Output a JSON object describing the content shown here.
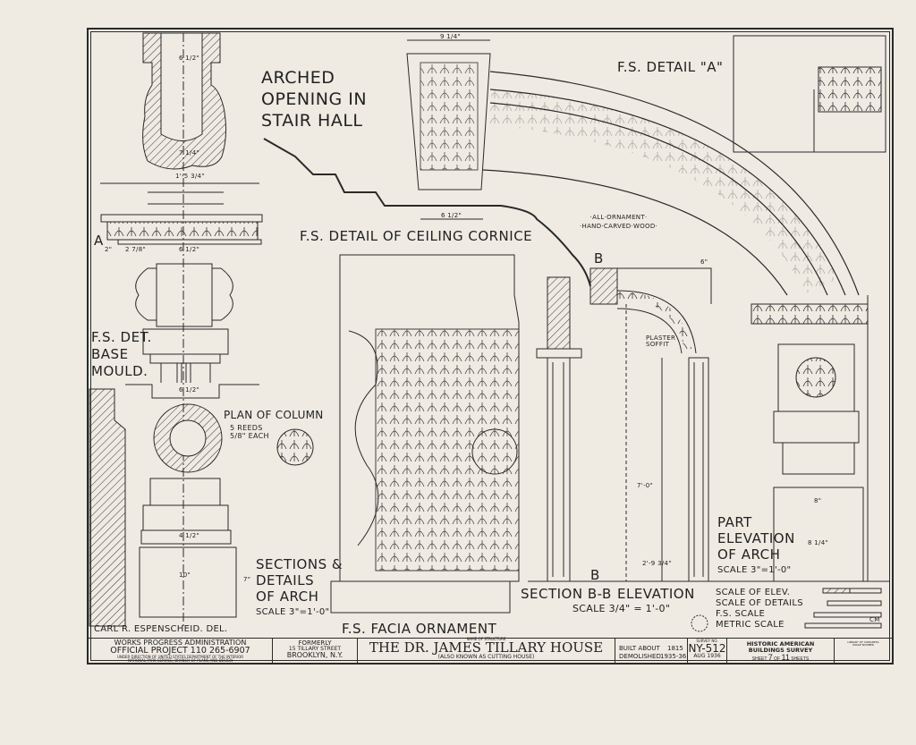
{
  "labels": {
    "arched_opening": [
      "ARCHED",
      "OPENING IN",
      "STAIR HALL"
    ],
    "fs_detail_a": "F.S. DETAIL \"A\"",
    "ceiling_cornice": "F.S. DETAIL OF CEILING CORNICE",
    "ornament_note": [
      "·ALL·ORNAMENT·",
      "·HAND·CARVED·WOOD·"
    ],
    "base_mould": [
      "F.S. DET.",
      "BASE",
      "MOULD."
    ],
    "plan_of_column": "PLAN OF COLUMN",
    "reeds": [
      "5 REEDS",
      "5/8\" EACH"
    ],
    "sections_details": [
      "SECTIONS &",
      "DETAILS",
      "OF ARCH",
      "SCALE 3\"=1'-0\""
    ],
    "facia_ornament": "F.S. FACIA ORNAMENT",
    "section_bb": "SECTION B-B",
    "elevation": "ELEVATION",
    "elevation_scale": "SCALE 3/4\" = 1'-0\"",
    "part_elevation": [
      "PART",
      "ELEVATION",
      "OF ARCH",
      "SCALE 3\"=1'-0\""
    ],
    "plaster_soffit": [
      "PLASTER",
      "SOFFIT"
    ],
    "section_marker_a": "A",
    "section_marker_b": "B",
    "delineator": "CARL R. ESPENSCHEID. DEL."
  },
  "dimensions": {
    "top_62": "6 1/2\"",
    "top_74": "7 1/4\"",
    "width_153": "1'-5 3/4\"",
    "d_2": "2\"",
    "d_278": "2 7/8\"",
    "d_62b": "6 1/2\"",
    "d_62c": "6 1/2\"",
    "d_612": "6 1/2\"",
    "d_2b": "2\"",
    "d_4": "4 1/2\"",
    "d_10": "10\"",
    "d_7": "7\"",
    "d_94": "9 1/4\"",
    "d_62d": "6 1/2\"",
    "d_7_0": "7'-0\"",
    "d_2_9": "2'-9 3/4\"",
    "d_8": "8\"",
    "d_84": "8 1/4\"",
    "d_6": "6\""
  },
  "scales": {
    "elev": "SCALE OF ELEV.",
    "details": "SCALE OF DETAILS",
    "fs": "F.S. SCALE",
    "metric": "METRIC SCALE",
    "cm": "CM"
  },
  "title_block": {
    "wpa": "WORKS PROGRESS ADMINISTRATION",
    "project": "OFFICIAL PROJECT 110 265-6907",
    "direction": [
      "UNDER DIRECTION OF UNITED STATES DEPARTMENT OF THE INTERIOR",
      "NATIONAL PARK SERVICE, BRANCH OF PLANS AND DESIGN"
    ],
    "formerly": "FORMERLY",
    "address": "15 TILLARY STREET",
    "city": "BROOKLYN, N.Y.",
    "name_caption": "NAME OF STRUCTURE",
    "structure_name": "THE DR. JAMES TILLARY HOUSE",
    "aka": "(ALSO KNOWN AS CUTTING HOUSE)",
    "built_label": "BUILT ABOUT",
    "built_year": "1815",
    "demolished_label": "DEMOLISHED",
    "demolished_year": "1935-36",
    "survey_caption": "SURVEY NO.",
    "survey_no": "NY-512",
    "survey_date": "AUG 1936",
    "habs": [
      "HISTORIC AMERICAN",
      "BUILDINGS SURVEY"
    ],
    "sheet_label": "SHEET",
    "sheet_no": "7",
    "of_label": "OF",
    "sheets_total": "11",
    "sheets_label": "SHEETS",
    "library": [
      "LIBRARY OF CONGRESS",
      "IMAGE NUMBER"
    ]
  }
}
